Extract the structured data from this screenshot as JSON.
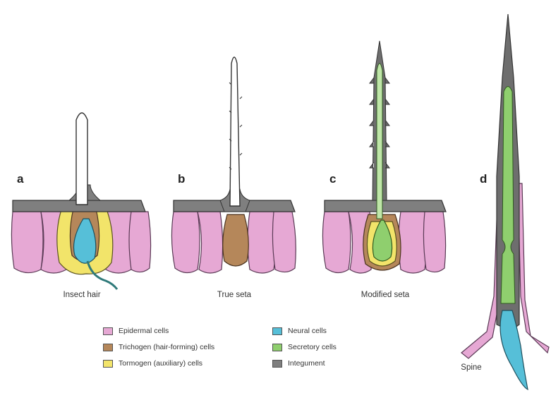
{
  "panels": [
    {
      "letter": "a",
      "caption": "Insect hair"
    },
    {
      "letter": "b",
      "caption": "True seta"
    },
    {
      "letter": "c",
      "caption": "Modified seta"
    },
    {
      "letter": "d",
      "caption": "Spine"
    }
  ],
  "legend": [
    {
      "label": "Epidermal cells",
      "color": "#e6a8d4"
    },
    {
      "label": "Trichogen (hair-forming) cells",
      "color": "#b5875a"
    },
    {
      "label": "Tormogen (auxiliary) cells",
      "color": "#f2e46a"
    },
    {
      "label": "Neural cells",
      "color": "#56bfd8"
    },
    {
      "label": "Secretory cells",
      "color": "#8fcf6e"
    },
    {
      "label": "Integument",
      "color": "#7f7f7f"
    }
  ]
}
